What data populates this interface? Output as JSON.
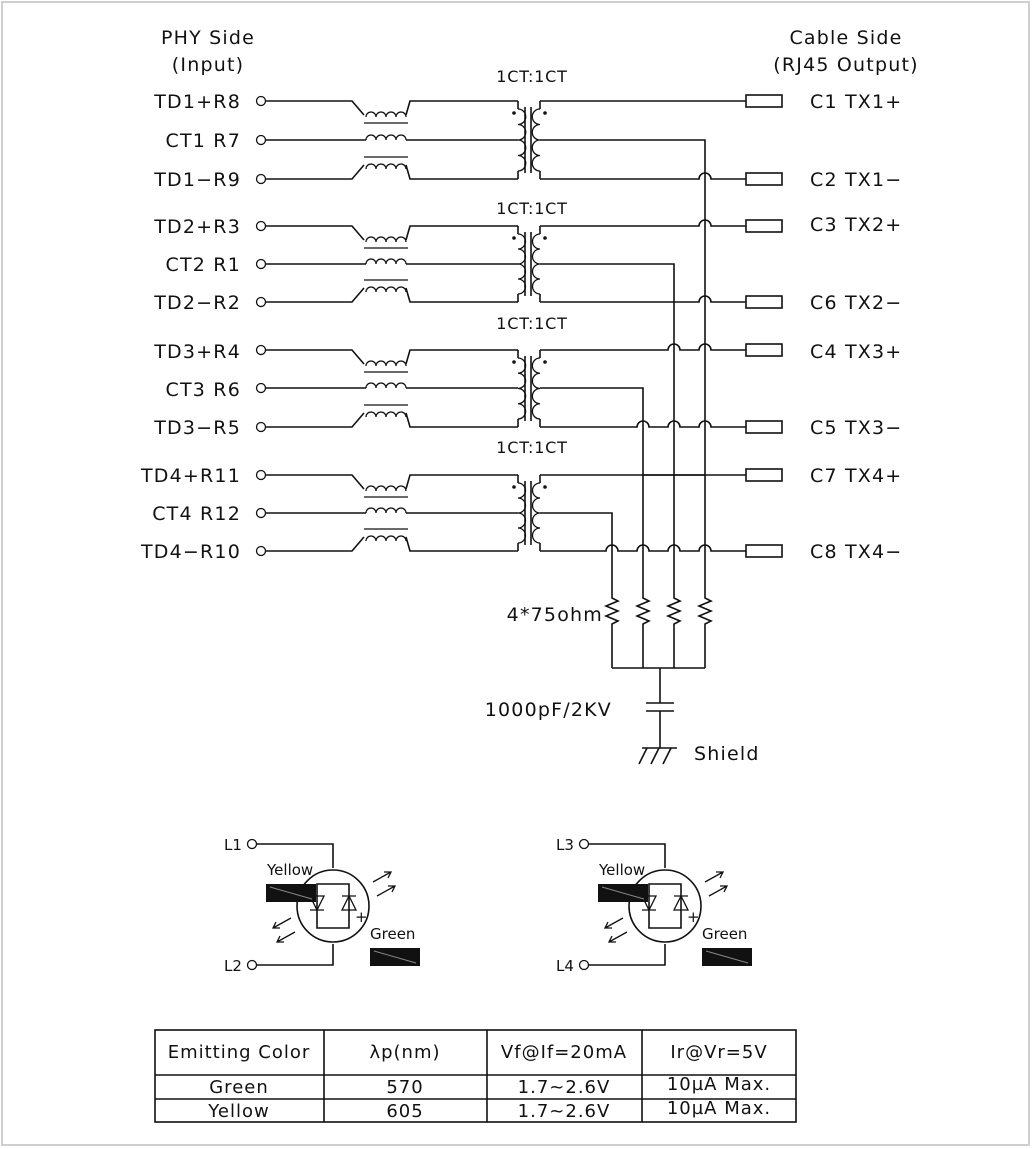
{
  "header": {
    "phy_side": "PHY Side",
    "phy_sub": "(Input)",
    "cable_side": "Cable Side",
    "cable_sub": "(RJ45 Output)"
  },
  "ratio_label": "1CT:1CT",
  "left_pins": [
    "TD1+R8",
    "CT1  R7",
    "TD1−R9",
    "TD2+R3",
    "CT2  R1",
    "TD2−R2",
    "TD3+R4",
    "CT3  R6",
    "TD3−R5",
    "TD4+R11",
    "CT4  R12",
    "TD4−R10"
  ],
  "right_pins": [
    "C1  TX1+",
    "C2  TX1−",
    "C3  TX2+",
    "C6  TX2−",
    "C4  TX3+",
    "C5  TX3−",
    "C7  TX4+",
    "C8  TX4−"
  ],
  "resistor_label": "4*75ohm",
  "capacitor_label": "1000pF/2KV",
  "shield_label": "Shield",
  "led1": {
    "top_pin": "L1",
    "bottom_pin": "L2",
    "color_a": "Yellow",
    "color_b": "Green"
  },
  "led2": {
    "top_pin": "L3",
    "bottom_pin": "L4",
    "color_a": "Yellow",
    "color_b": "Green"
  },
  "table": {
    "headers": [
      "Emitting Color",
      "λp(nm)",
      "Vf@If=20mA",
      "Ir@Vr=5V"
    ],
    "rows": [
      [
        "Green",
        "570",
        "1.7~2.6V",
        "10µA  Max."
      ],
      [
        "Yellow",
        "605",
        "1.7~2.6V",
        "10µA  Max."
      ]
    ]
  }
}
